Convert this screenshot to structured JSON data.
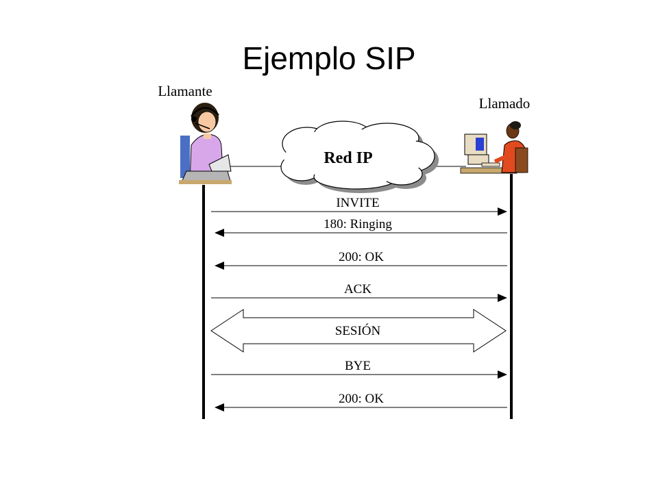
{
  "slide": {
    "title": "Ejemplo SIP"
  },
  "actors": {
    "caller": {
      "label": "Llamante",
      "icon": "woman-headset-icon"
    },
    "callee": {
      "label": "Llamado",
      "icon": "man-computer-icon"
    }
  },
  "network": {
    "label": "Red IP",
    "icon": "cloud-icon"
  },
  "messages": [
    {
      "label": "INVITE",
      "direction": "right"
    },
    {
      "label": "180: Ringing",
      "direction": "left"
    },
    {
      "label": "200: OK",
      "direction": "left"
    },
    {
      "label": "ACK",
      "direction": "right"
    }
  ],
  "session": {
    "label": "SESIÓN",
    "direction": "both"
  },
  "messages_after": [
    {
      "label": "BYE",
      "direction": "right"
    },
    {
      "label": "200: OK",
      "direction": "left"
    }
  ]
}
